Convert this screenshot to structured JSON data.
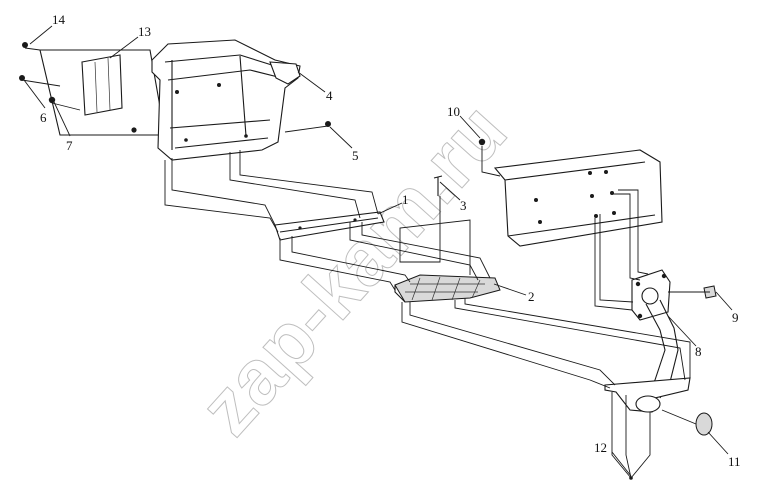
{
  "watermark": "zap-kam.ru",
  "callouts": {
    "c1": "1",
    "c2": "2",
    "c3": "3",
    "c4": "4",
    "c5": "5",
    "c6": "6",
    "c7": "7",
    "c8": "8",
    "c9": "9",
    "c10": "10",
    "c11": "11",
    "c12": "12",
    "c13": "13",
    "c14": "14"
  },
  "colors": {
    "line": "#1a1a1a",
    "watermark": "#8a8a8a",
    "background": "#ffffff"
  }
}
